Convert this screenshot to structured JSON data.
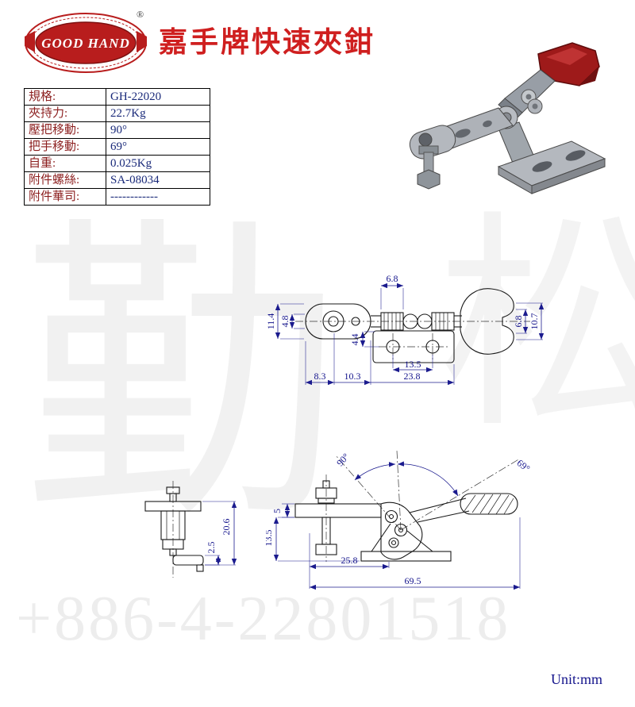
{
  "colors": {
    "title_red": "#cf1f1f",
    "logo_red": "#b81d1d",
    "label_maroon": "#8c1f1f",
    "value_navy": "#1a2a7a",
    "dimension_blue": "#1b1b8e",
    "handle_red": "#9e1a1a",
    "metal_gray": "#aeb2b8"
  },
  "header": {
    "logo": {
      "brand": "GOOD HAND",
      "registered": "®"
    },
    "title": "嘉手牌快速夾鉗"
  },
  "spec_table": {
    "rows": [
      {
        "label": "規格:",
        "value": "GH-22020"
      },
      {
        "label": "夾持力:",
        "value": "22.7Kg"
      },
      {
        "label": "壓把移動:",
        "value": "90°"
      },
      {
        "label": "把手移動:",
        "value": "69°"
      },
      {
        "label": "自重:",
        "value": "0.025Kg"
      },
      {
        "label": "附件螺絲:",
        "value": "SA-08034"
      },
      {
        "label": "附件華司:",
        "value": "------------"
      }
    ]
  },
  "drawings": {
    "top_view": {
      "dim_top_width": "6.8",
      "dim_bar_height": "11.4",
      "dim_neck_height": "4.8",
      "dim_plate_offset": "4.4",
      "dim_hole_spacing": "13.5",
      "dim_left_1": "8.3",
      "dim_left_2": "10.3",
      "dim_plate_width": "23.8",
      "dim_fork_slot": "6.8",
      "dim_fork_height": "10.7"
    },
    "front_view": {
      "dim_foot": "2.5",
      "dim_height": "20.6"
    },
    "side_view": {
      "dim_press_angle": "90°",
      "dim_handle_angle": "69°",
      "dim_bar_thickness": "5",
      "dim_height": "13.5",
      "dim_base_width": "25.8",
      "dim_total_length": "69.5"
    }
  },
  "watermark": {
    "left_char": "勤",
    "right_char": "松",
    "phone": "+886-4-22801518"
  },
  "footer": {
    "unit_label": "Unit:mm"
  }
}
